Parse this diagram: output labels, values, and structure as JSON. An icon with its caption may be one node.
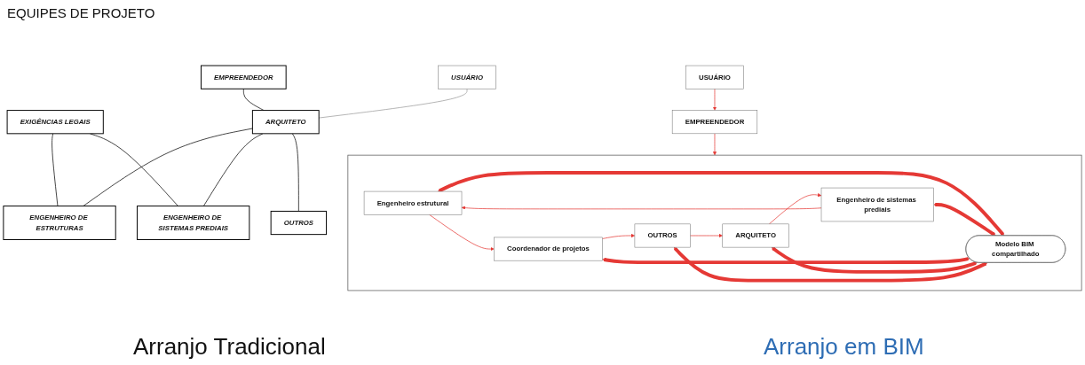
{
  "diagram": {
    "nodes": [
      {
        "text": [
          "EMPREENDEDOR"
        ]
      },
      {
        "text": [
          "USUÁRIO"
        ]
      },
      {
        "text": [
          "EXIGÊNCIAS LEGAIS"
        ]
      },
      {
        "text": [
          "ARQUITETO"
        ]
      },
      {
        "text": [
          "ENGENHEIRO DE ESTRUTURAS"
        ]
      },
      {
        "text": [
          "ENGENHEIRO DE SISTEMAS PREDIAIS"
        ]
      },
      {
        "text": [
          "OUTROS"
        ]
      },
      {
        "text": [
          "USUÁRIO"
        ]
      },
      {
        "text": [
          "EMPREENDEDOR"
        ]
      },
      {
        "text": [],
        "shape": "box"
      },
      {
        "text": [
          "Engenheiro estrutural"
        ],
        "in": 9
      },
      {
        "text": [
          "Engenheiro de sistemas prediais"
        ],
        "in": 9
      },
      {
        "text": [
          "Modelo BIM compartilhado"
        ],
        "in": 9
      },
      {
        "text": [
          "Coordenador de projetos"
        ],
        "in": 9
      },
      {
        "text": [
          "ARQUITETO"
        ],
        "in": 9
      },
      {
        "text": [
          "OUTROS"
        ],
        "in": 9
      }
    ],
    "edges": [
      {
        "from": 0,
        "to": 3,
        "arrow": "none",
        "color": "#000000"
      },
      {
        "from": 1,
        "to": 3,
        "arrow": "none",
        "color": "#999999"
      },
      {
        "from": 3,
        "to": 4,
        "arrow": "none",
        "color": "#000000"
      },
      {
        "from": 3,
        "to": 5,
        "arrow": "none",
        "color": "#000000"
      },
      {
        "from": 3,
        "to": 6,
        "arrow": "none",
        "color": "#000000"
      },
      {
        "from": 2,
        "to": 4,
        "arrow": "none",
        "color": "#000000"
      },
      {
        "from": 2,
        "to": 5,
        "arrow": "none",
        "color": "#000000"
      },
      {
        "from": 7,
        "to": 8,
        "arrow": "to"
      },
      {
        "from": 8,
        "to": 9,
        "arrow": "to"
      },
      {
        "from": 11,
        "to": 10,
        "arrow": "to"
      },
      {
        "from": 10,
        "to": 13,
        "arrow": "to"
      },
      {
        "from": 13,
        "to": 15,
        "arrow": "to"
      },
      {
        "from": 15,
        "to": 14,
        "arrow": "to"
      },
      {
        "from": 14,
        "to": 11,
        "arrow": "to"
      },
      {
        "from": 10,
        "to": 12,
        "arrow": "both",
        "style": "thick"
      },
      {
        "from": 11,
        "to": 12,
        "arrow": "both",
        "style": "thick"
      },
      {
        "from": 12,
        "to": 13,
        "arrow": "both",
        "style": "thick"
      },
      {
        "from": 12,
        "to": 14,
        "arrow": "both",
        "style": "thick"
      },
      {
        "from": 12,
        "to": 15,
        "arrow": "both",
        "style": "thick"
      }
    ],
    "labels": [
      "EQUIPES DE PROJETO",
      "Arranjo Tradicional",
      "Arranjo em BIM"
    ]
  }
}
